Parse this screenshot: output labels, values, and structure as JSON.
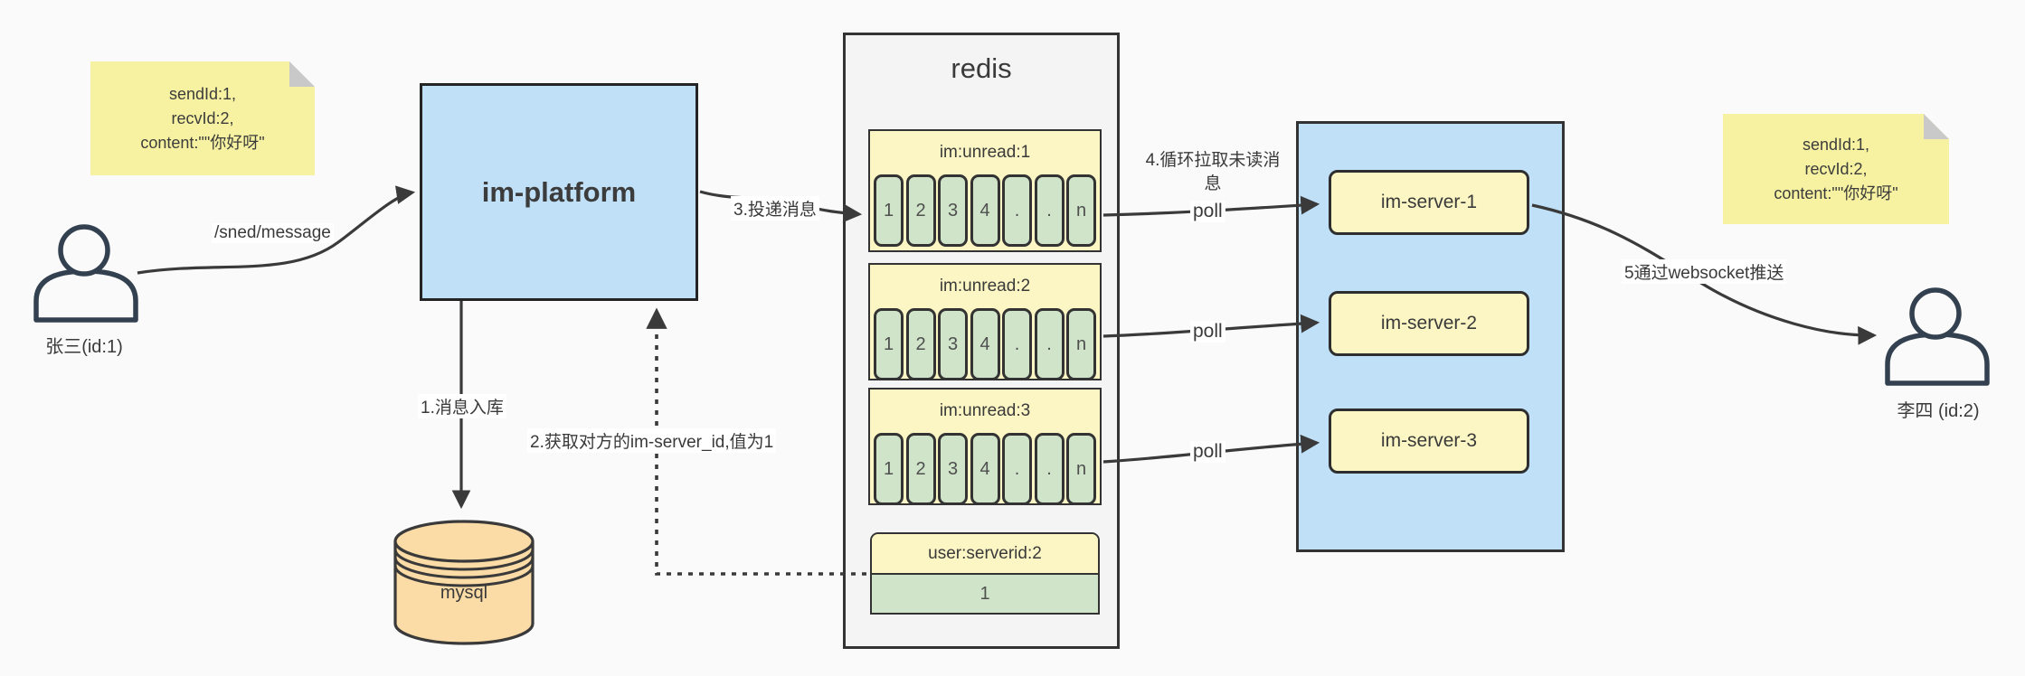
{
  "diagram": {
    "background": "#fafafa"
  },
  "colors": {
    "platform_blue": "#bfe0f7",
    "server_yellow": "#fbf6c3",
    "note_yellow": "#f6f2a1",
    "cell_green": "#cfe4c9",
    "mysql_orange": "#fbdba6",
    "redis_gray": "#f4f4f4",
    "line_dark": "#3a3a3a"
  },
  "actors": {
    "sender": {
      "label": "张三(id:1)"
    },
    "receiver": {
      "label": "李四 (id:2)"
    }
  },
  "notes": {
    "left": {
      "line1": "sendId:1,",
      "line2": "recvId:2,",
      "line3": "content:\"\"你好呀\""
    },
    "right": {
      "line1": "sendId:1,",
      "line2": "recvId:2,",
      "line3": "content:\"\"你好呀\""
    }
  },
  "platform": {
    "label": "im-platform"
  },
  "database": {
    "label": "mysql"
  },
  "redis": {
    "title": "redis",
    "queues": [
      {
        "name": "im:unread:1",
        "cells": [
          "1",
          "2",
          "3",
          "4",
          ".",
          ".",
          "n"
        ]
      },
      {
        "name": "im:unread:2",
        "cells": [
          "1",
          "2",
          "3",
          "4",
          ".",
          ".",
          "n"
        ]
      },
      {
        "name": "im:unread:3",
        "cells": [
          "1",
          "2",
          "3",
          "4",
          ".",
          ".",
          "n"
        ]
      }
    ],
    "kv": {
      "key": "user:serverid:2",
      "value": "1"
    }
  },
  "servers": [
    {
      "label": "im-server-1"
    },
    {
      "label": "im-server-2"
    },
    {
      "label": "im-server-3"
    }
  ],
  "edges": {
    "send": "/sned/message",
    "step1": "1.消息入库",
    "step2": "2.获取对方的im-server_id,值为1",
    "step3": "3.投递消息",
    "step4": "4.循环拉取未读消息",
    "poll": "poll",
    "step5": "5通过websocket推送"
  }
}
